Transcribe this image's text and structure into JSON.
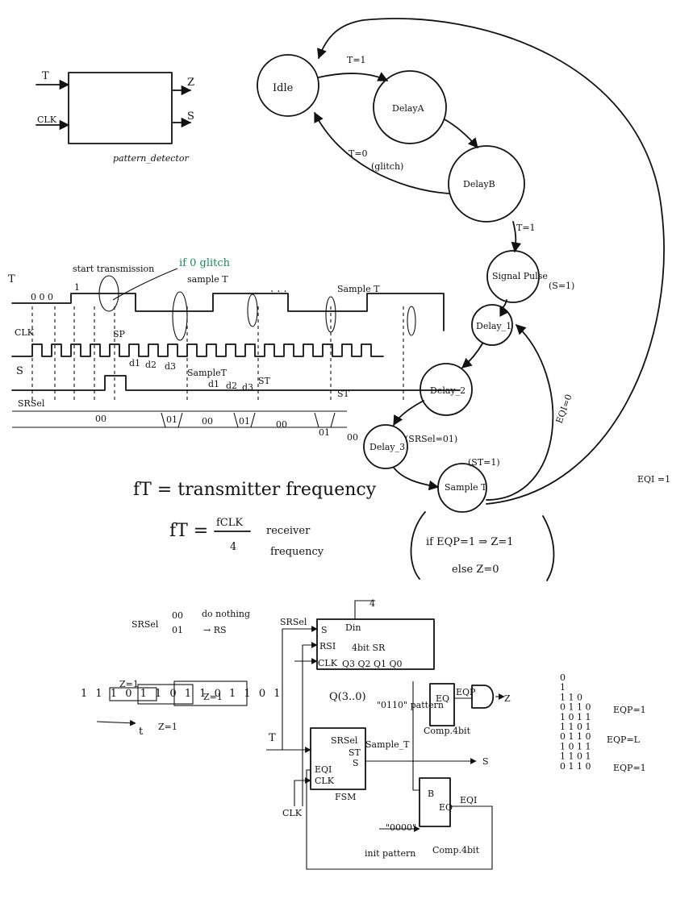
{
  "block": {
    "inputs": [
      "T",
      "CLK"
    ],
    "outputs": [
      "Z",
      "S"
    ],
    "name": "pattern_detector"
  },
  "fsm": {
    "states": {
      "idle": "Idle",
      "delayA": "DelayA",
      "delayB": "DelayB",
      "signal_pulse": "Signal Pulse",
      "delay1": "Delay_1",
      "delay2": "Delay_2",
      "delay3": "Delay_3",
      "sample": "Sample T"
    },
    "transitions": {
      "t1": "T=1",
      "t0": "T=0",
      "glitch": "(glitch)",
      "t1b": "T=1",
      "s1": "(S=1)",
      "srsel": "(SRSel=01)",
      "st1": "(ST=1)",
      "eqi0": "EQI=0",
      "eqi1": "EQI =1"
    },
    "condition": {
      "line1": "if EQP=1 ⇒ Z=1",
      "line2": "else Z=0"
    }
  },
  "timing": {
    "glitch_note": "if 0 glitch",
    "start_tx": "start transmission",
    "sample_t1": "sample T",
    "sample_t2": "Sample T",
    "dots": ". . .",
    "sig_t": "T",
    "sig_clk": "CLK",
    "sig_s": "S",
    "sig_srsel": "SRSel",
    "zeros": "0 0 0",
    "one": "1",
    "seg_00a": "00",
    "seg_01a": "01",
    "seg_00b": "00",
    "seg_01b": "01",
    "seg_00c": "00",
    "seg_01c": "01",
    "seg_00d": "00",
    "d1": "d1",
    "d2": "d2",
    "d3": "d3",
    "sp": "SP",
    "st": "ST",
    "samplet": "SampleT",
    "d1b": "d1",
    "d2b": "d2",
    "d3b": "d3",
    "st2": "ST"
  },
  "freq": {
    "f1": "fT = transmitter frequency",
    "f2_num": "fCLK",
    "f2_den": "4",
    "f2_left": "fT =",
    "f2_right": "receiver",
    "f2_right2": "frequency"
  },
  "srsel_legend": {
    "label": "SRSel",
    "code1": "00",
    "meaning1": "do nothing",
    "code2": "01",
    "meaning2": "→ RS"
  },
  "sequence": {
    "bits": "1 1 1 0 1 1 0 1 1 0 1 1 0 1",
    "z1a": "Z=1",
    "z1b": "Z=1",
    "z1c": "Z=1",
    "t": "t"
  },
  "circuit": {
    "srsel_in": "SRSel",
    "din_bits": "4",
    "din": "Din",
    "s": "S",
    "rsi": "RSI",
    "shift_reg": "4bit SR",
    "clk_sr": "CLK",
    "q": "Q3  Q2  Q1  Q0",
    "qbus": "Q(3..0)",
    "pattern": "\"0110\" pattern",
    "cmp1": "Comp.4bit",
    "eq1": "EQ",
    "eqp": "EQP",
    "z": "Z",
    "t_in": "T",
    "fsm_srsel": "SRSel",
    "fsm_st": "ST",
    "fsm_s": "S",
    "fsm_eqi": "EQI",
    "fsm_clk": "CLK",
    "fsm": "FSM",
    "sample_t": "Sample_T",
    "s_out": "S",
    "clk_in": "CLK",
    "b": "B",
    "eq2": "EQ",
    "eqi": "EQI",
    "init_val": "\"0000\"",
    "init_label": "init pattern",
    "cmp2": "Comp.4bit"
  },
  "table": {
    "rows": [
      "0",
      "1",
      "1 1 0",
      "0 1 1 0",
      "1 0 1 1",
      "1 1 0 1",
      "0 1 1 0",
      "1 0 1 1",
      "1 1 0 1",
      "0 1 1 0"
    ],
    "r1": "EQP=1",
    "r2": "EQP=L",
    "r3": "EQP=1"
  }
}
